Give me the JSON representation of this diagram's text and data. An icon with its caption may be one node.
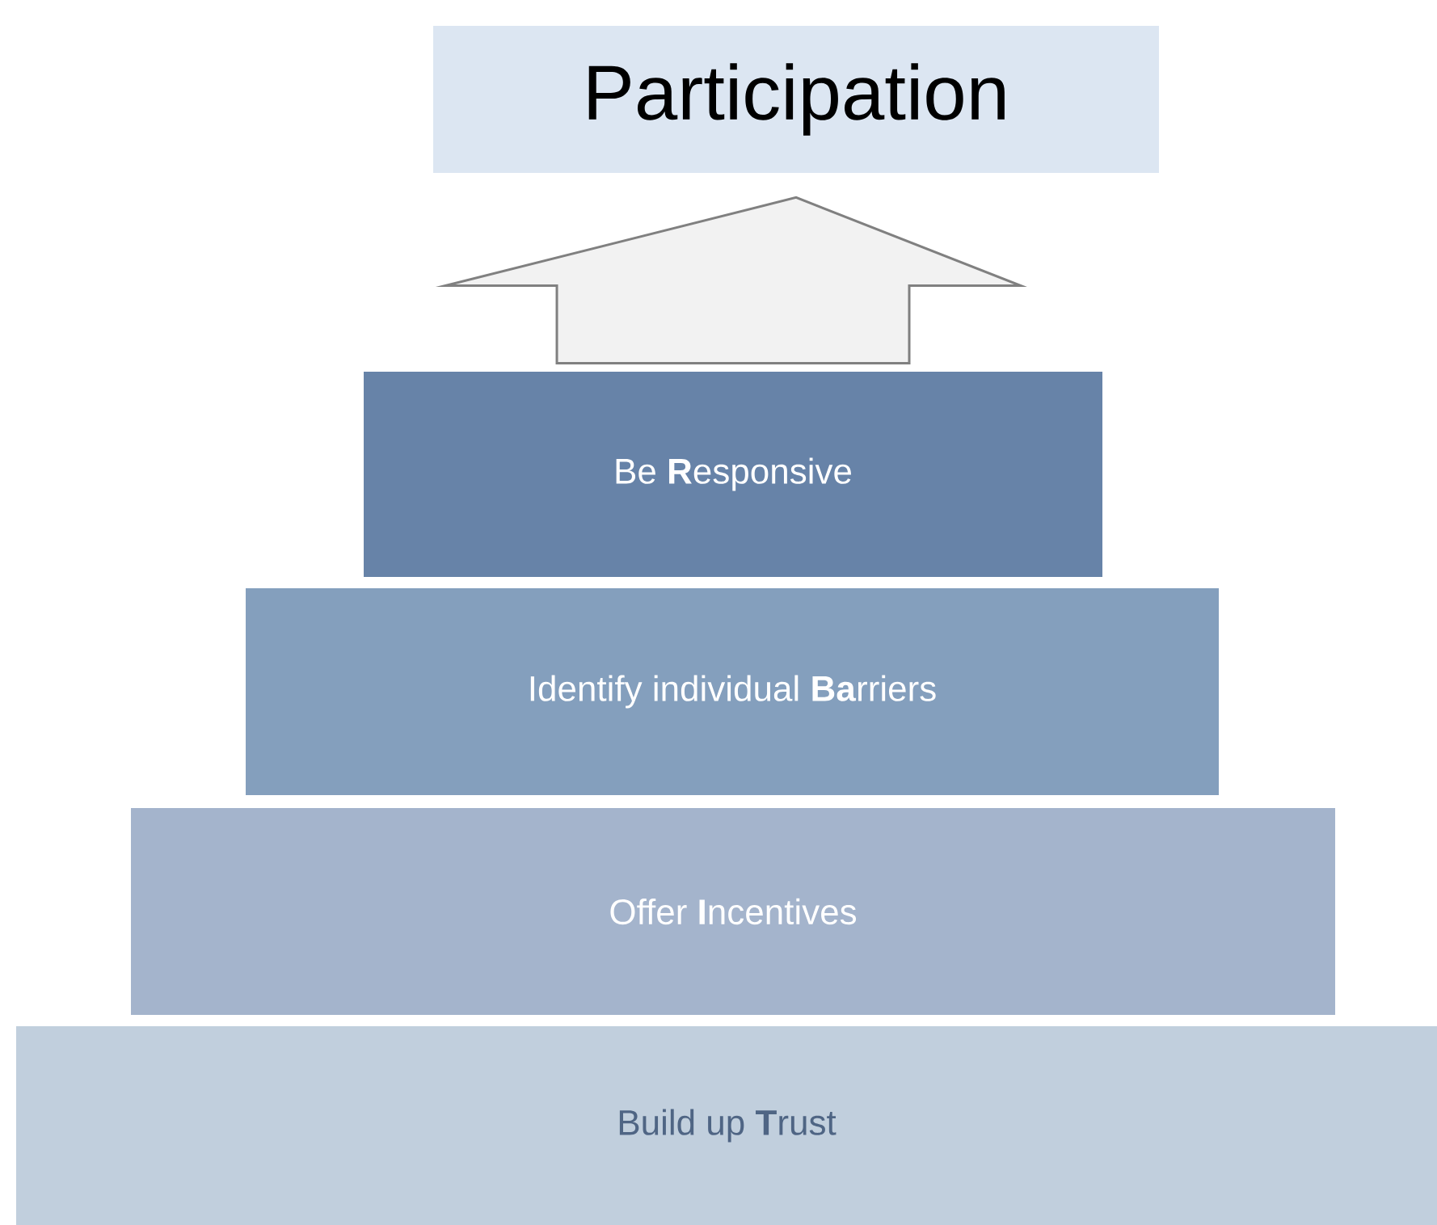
{
  "diagram": {
    "nodes": [
      {
        "text": [
          "Participation"
        ]
      },
      {
        "text": [
          "Be **R**esponsive"
        ]
      },
      {
        "text": [
          "Identify individual **Ba**rriers"
        ]
      },
      {
        "text": [
          "Offer **I**ncentives"
        ]
      },
      {
        "text": [
          "Build up **T**rust"
        ]
      }
    ],
    "edges": [
      {
        "from": 1,
        "to": 0,
        "arrow": "to"
      }
    ]
  }
}
